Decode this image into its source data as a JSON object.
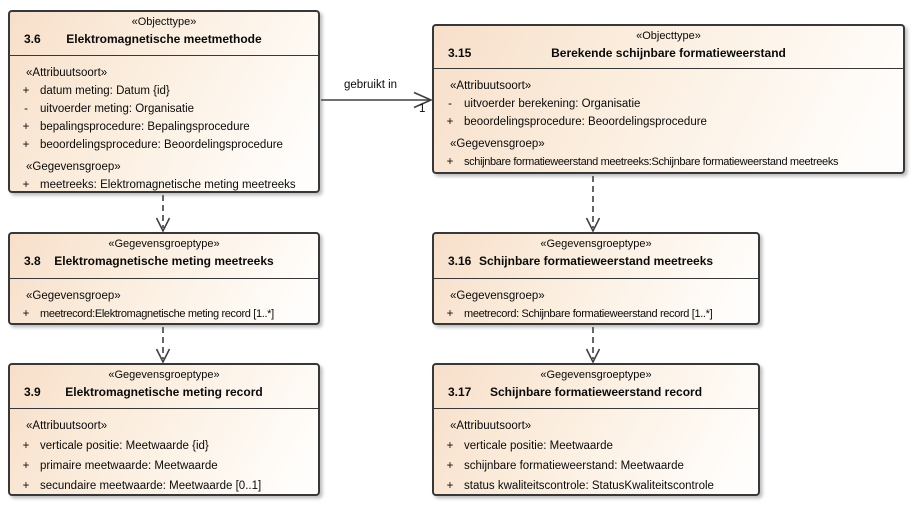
{
  "style": {
    "background": "#ffffff",
    "box_fill_start": "#f7dfca",
    "box_fill_end": "#fffdfb",
    "border_color": "#383838",
    "connector_color": "#404040",
    "text_color": "#0a0a0a"
  },
  "connector": {
    "label": "gebruikt in",
    "target_multiplicity": "1"
  },
  "boxes": {
    "b36": {
      "stereotype": "«Objecttype»",
      "number": "3.6",
      "title": "Elektromagnetische meetmethode",
      "rows": [
        {
          "kind": "section",
          "text": "«Attribuutsoort»"
        },
        {
          "kind": "attr",
          "prefix": "+",
          "text": "datum meting: Datum {id}"
        },
        {
          "kind": "attr",
          "prefix": "-",
          "text": "uitvoerder meting: Organisatie"
        },
        {
          "kind": "attr",
          "prefix": "+",
          "text": "bepalingsprocedure: Bepalingsprocedure"
        },
        {
          "kind": "attr",
          "prefix": "+",
          "text": "beoordelingsprocedure: Beoordelingsprocedure"
        },
        {
          "kind": "section",
          "text": "«Gegevensgroep»"
        },
        {
          "kind": "attr",
          "prefix": "+",
          "text": "meetreeks: Elektromagnetische meting meetreeks"
        }
      ]
    },
    "b315": {
      "stereotype": "«Objecttype»",
      "number": "3.15",
      "title": "Berekende schijnbare formatieweerstand",
      "rows": [
        {
          "kind": "section",
          "text": "«Attribuutsoort»"
        },
        {
          "kind": "attr",
          "prefix": "-",
          "text": "uitvoerder berekening: Organisatie"
        },
        {
          "kind": "attr",
          "prefix": "+",
          "text": "beoordelingsprocedure: Beoordelingsprocedure"
        },
        {
          "kind": "section",
          "text": "«Gegevensgroep»"
        },
        {
          "kind": "attr",
          "prefix": "+",
          "text": "schijnbare formatieweerstand meetreeks:Schijnbare formatieweerstand meetreeks"
        }
      ]
    },
    "b38": {
      "stereotype": "«Gegevensgroeptype»",
      "number": "3.8",
      "title": "Elektromagnetische meting meetreeks",
      "rows": [
        {
          "kind": "section",
          "text": "«Gegevensgroep»"
        },
        {
          "kind": "attr",
          "prefix": "+",
          "text": "meetrecord:Elektromagnetische meting record [1..*]"
        }
      ]
    },
    "b316": {
      "stereotype": "«Gegevensgroeptype»",
      "number": "3.16",
      "title": "Schijnbare formatieweerstand meetreeks",
      "rows": [
        {
          "kind": "section",
          "text": "«Gegevensgroep»"
        },
        {
          "kind": "attr",
          "prefix": "+",
          "text": "meetrecord: Schijnbare formatieweerstand record [1..*]"
        }
      ]
    },
    "b39": {
      "stereotype": "«Gegevensgroeptype»",
      "number": "3.9",
      "title": "Elektromagnetische meting record",
      "rows": [
        {
          "kind": "section",
          "text": "«Attribuutsoort»"
        },
        {
          "kind": "attr",
          "prefix": "+",
          "text": "verticale positie: Meetwaarde {id}"
        },
        {
          "kind": "attr",
          "prefix": "+",
          "text": "primaire meetwaarde: Meetwaarde"
        },
        {
          "kind": "attr",
          "prefix": "+",
          "text": "secundaire meetwaarde: Meetwaarde [0..1]"
        }
      ]
    },
    "b317": {
      "stereotype": "«Gegevensgroeptype»",
      "number": "3.17",
      "title": "Schijnbare formatieweerstand record",
      "rows": [
        {
          "kind": "section",
          "text": "«Attribuutsoort»"
        },
        {
          "kind": "attr",
          "prefix": "+",
          "text": "verticale positie: Meetwaarde"
        },
        {
          "kind": "attr",
          "prefix": "+",
          "text": "schijnbare formatieweerstand: Meetwaarde"
        },
        {
          "kind": "attr",
          "prefix": "+",
          "text": "status kwaliteitscontrole: StatusKwaliteitscontrole"
        }
      ]
    }
  }
}
